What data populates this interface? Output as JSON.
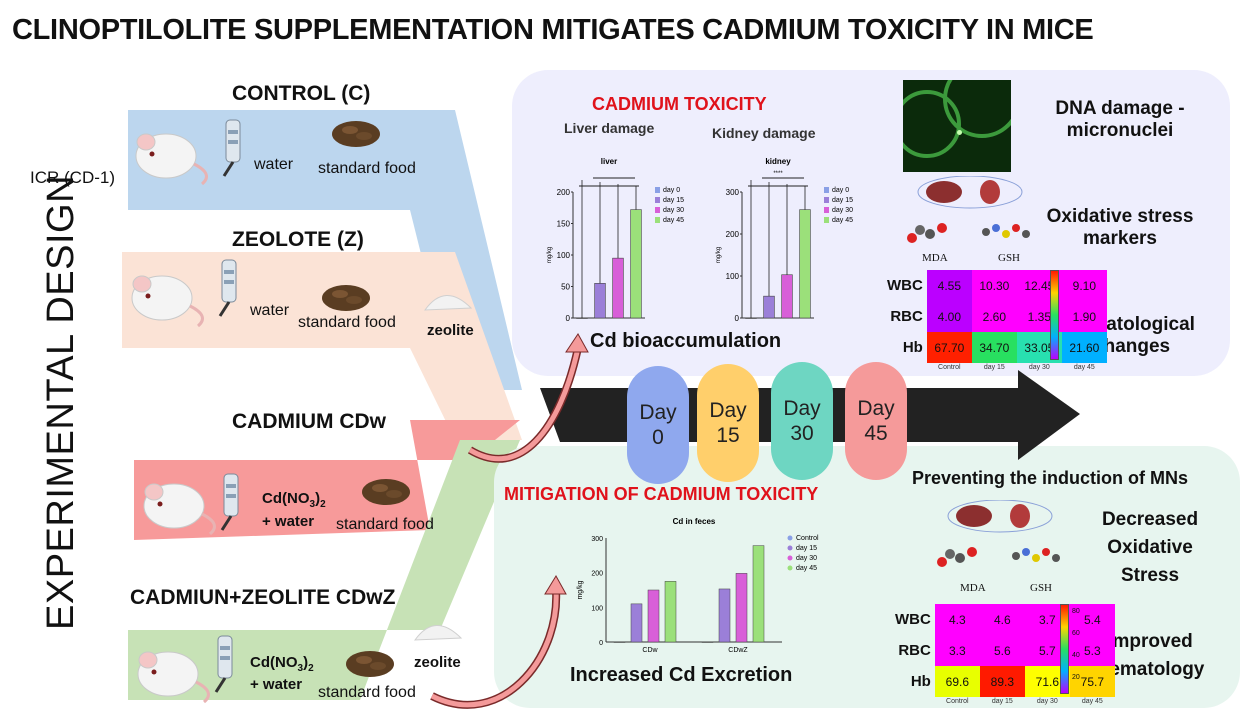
{
  "title": "CLINOPTILOLITE SUPPLEMENTATION MITIGATES CADMIUM TOXICITY IN MICE",
  "side_label": "EXPERIMENTAL DESIGN",
  "strain": "ICR (CD-1)",
  "groups": [
    {
      "name": "CONTROL (C)",
      "water": "water",
      "food": "standard  food",
      "color": "#bcd6ee"
    },
    {
      "name": "ZEOLOTE (Z)",
      "water": "water",
      "food": "standard  food",
      "extra": "zeolite",
      "color": "#fbe3d6"
    },
    {
      "name": "CADMIUM CDw",
      "water_prefix": "Cd(NO",
      "water_sub": "3",
      "water_mid": ")",
      "water_sub2": "2",
      "water_suffix": "+ water",
      "food": "standard  food",
      "color": "#f79a9a"
    },
    {
      "name": "CADMIUN+ZEOLITE CDwZ",
      "water_prefix": "Cd(NO",
      "water_sub": "3",
      "water_mid": ")",
      "water_sub2": "2",
      "water_suffix": "+ water",
      "food": "standard  food",
      "extra": "zeolite",
      "color": "#c7e2b6"
    }
  ],
  "timeline": [
    {
      "day": "Day",
      "num": "0",
      "color": "#8fa8ee"
    },
    {
      "day": "Day",
      "num": "15",
      "color": "#ffcf6b"
    },
    {
      "day": "Day",
      "num": "30",
      "color": "#6ed6c2"
    },
    {
      "day": "Day",
      "num": "45",
      "color": "#f59a9a"
    }
  ],
  "toxicity": {
    "heading": "CADMIUM TOXICITY",
    "liver_title": "Liver damage",
    "kidney_title": "Kidney damage",
    "bioaccumulation": "Cd bioaccumulation",
    "dna_damage": "DNA damage - micronuclei",
    "oxidative": "Oxidative stress markers",
    "hematological": "Hematological Changes",
    "mda": "MDA",
    "gsh": "GSH"
  },
  "mitigation": {
    "heading": "MITIGATION OF CADMIUM TOXICITY",
    "prevent": "Preventing the induction of MNs",
    "decreased": "Decreased Oxidative Stress",
    "improved": "Improved Hematology",
    "excretion": "Increased Cd Excretion",
    "mda": "MDA",
    "gsh": "GSH"
  },
  "chart_data": [
    {
      "type": "bar",
      "title": "liver",
      "ylabel": "mg/kg",
      "ylim": [
        0,
        200
      ],
      "yticks": [
        "0",
        "50",
        "100",
        "150",
        "200"
      ],
      "categories": [
        "day 0",
        "day 15",
        "day 30",
        "day 45"
      ],
      "values": [
        0,
        55,
        95,
        172
      ],
      "legend": [
        "day 0",
        "day 15",
        "day 30",
        "day 45"
      ],
      "colors": [
        "#8aa0e6",
        "#9b7fd8",
        "#d85fd8",
        "#9be07a"
      ]
    },
    {
      "type": "bar",
      "title": "kidney",
      "ylabel": "mg/kg",
      "ylim": [
        0,
        300
      ],
      "yticks": [
        "0",
        "100",
        "200",
        "300"
      ],
      "categories": [
        "day 0",
        "day 15",
        "day 30",
        "day 45"
      ],
      "values": [
        0,
        52,
        103,
        258
      ],
      "legend": [
        "day 0",
        "day 15",
        "day 30",
        "day 45"
      ],
      "colors": [
        "#8aa0e6",
        "#9b7fd8",
        "#d85fd8",
        "#9be07a"
      ],
      "sig": "****"
    },
    {
      "type": "bar",
      "title": "Cd in feces",
      "ylabel": "mg/kg",
      "ylim": [
        0,
        300
      ],
      "yticks": [
        "0",
        "100",
        "200",
        "300"
      ],
      "categories": [
        "CDw",
        "CDwZ"
      ],
      "series": [
        {
          "name": "Control",
          "values": [
            0,
            0
          ],
          "color": "#8aa0e6"
        },
        {
          "name": "day 15",
          "values": [
            110,
            153
          ],
          "color": "#9b7fd8"
        },
        {
          "name": "day 30",
          "values": [
            150,
            198
          ],
          "color": "#d85fd8"
        },
        {
          "name": "day 45",
          "values": [
            175,
            278
          ],
          "color": "#9be07a"
        }
      ]
    },
    {
      "type": "heatmap",
      "rows": [
        "WBC",
        "RBC",
        "Hb"
      ],
      "columns": [
        "Control",
        "day 15",
        "day 30",
        "day 45"
      ],
      "values": [
        [
          "4.55",
          "10.30",
          "12.45",
          "9.10"
        ],
        [
          "4.00",
          "2.60",
          "1.35",
          "1.90"
        ],
        [
          "67.70",
          "34.70",
          "33.05",
          "21.60"
        ]
      ],
      "colors": [
        [
          "#b0f",
          "#ff00ff",
          "#ff00ff",
          "#ff00ff"
        ],
        [
          "#b0f",
          "#ff00ff",
          "#ff00ff",
          "#ff00ff"
        ],
        [
          "#ff2000",
          "#28e060",
          "#28e0b0",
          "#00b0ff"
        ]
      ]
    },
    {
      "type": "heatmap",
      "rows": [
        "WBC",
        "RBC",
        "Hb"
      ],
      "columns": [
        "Control",
        "day 15",
        "day 30",
        "day 45"
      ],
      "values": [
        [
          "4.3",
          "4.6",
          "3.7",
          "5.4"
        ],
        [
          "3.3",
          "5.6",
          "5.7",
          "5.3"
        ],
        [
          "69.6",
          "89.3",
          "71.6",
          "75.7"
        ]
      ],
      "colors": [
        [
          "#ff00ff",
          "#ff00ff",
          "#ff00ff",
          "#ff00ff"
        ],
        [
          "#ff00ff",
          "#ff00ff",
          "#ff00ff",
          "#ff00ff"
        ],
        [
          "#e8ff00",
          "#ff1a00",
          "#ffff00",
          "#ffd400"
        ]
      ],
      "scale": [
        "80",
        "60",
        "40",
        "20"
      ]
    }
  ]
}
